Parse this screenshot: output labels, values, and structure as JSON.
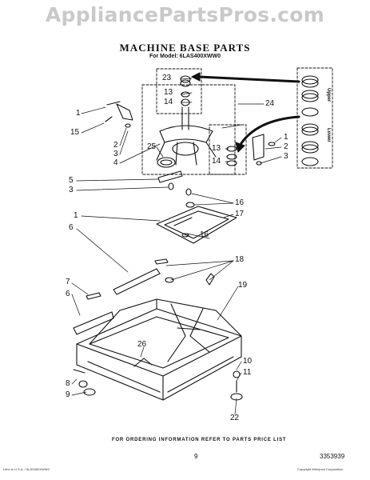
{
  "watermark": "AppliancePartsPros.com",
  "title": "MACHINE BASE PARTS",
  "model": "For Model: 6LAS400XWW0",
  "callouts": {
    "c23": "23",
    "c13a": "13",
    "c14a": "14",
    "c1a": "1",
    "c15": "15",
    "c2a": "2",
    "c3a": "3",
    "c4": "4",
    "c25": "25",
    "c13b": "13",
    "c14b": "14",
    "c24": "24",
    "c1b": "1",
    "c2b": "2",
    "c3b": "3",
    "c5": "5",
    "c3c": "3",
    "c16a": "16",
    "c1c": "1",
    "c17": "17",
    "c16b": "16",
    "c6a": "6",
    "c18": "18",
    "c7": "7",
    "c6b": "6",
    "c19": "19",
    "c26": "26",
    "c8": "8",
    "c9": "9",
    "c10": "10",
    "c11": "11",
    "c22": "22"
  },
  "side_labels": {
    "upper": "Upper",
    "lower": "Lower"
  },
  "footer": {
    "note": "FOR ORDERING INFORMATION REFER TO PARTS PRICE LIST",
    "page": "9",
    "part_code": "3353939",
    "fine_left": "Litho in U.S.A. / 6LAS400XWW0",
    "fine_right": "Copyright Whirlpool Corporation"
  }
}
